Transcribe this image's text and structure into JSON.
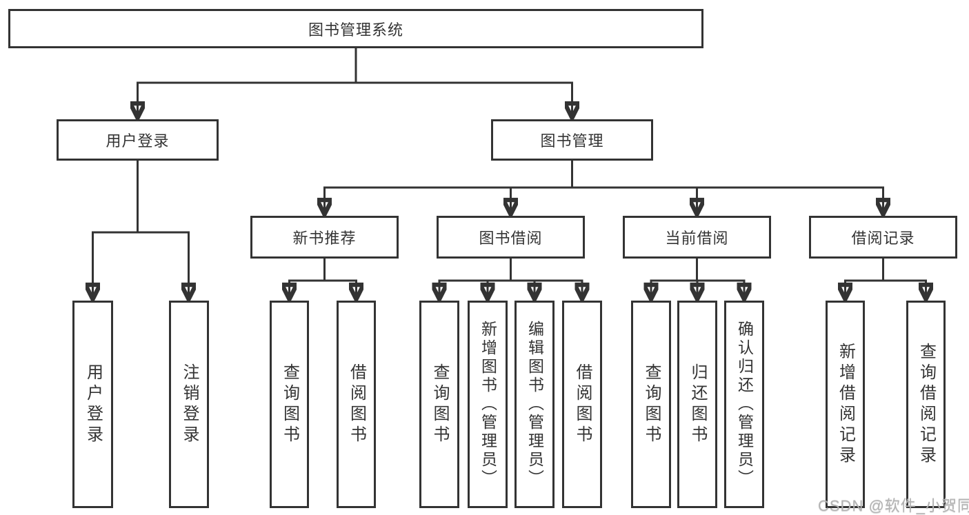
{
  "tree": {
    "root": {
      "label": "图书管理系统"
    },
    "branches": [
      {
        "label": "用户登录",
        "children": [
          {
            "label": "用户登录"
          },
          {
            "label": "注销登录"
          }
        ]
      },
      {
        "label": "图书管理",
        "children": [
          {
            "label": "新书推荐",
            "children": [
              {
                "label": "查询图书"
              },
              {
                "label": "借阅图书"
              }
            ]
          },
          {
            "label": "图书借阅",
            "children": [
              {
                "label": "查询图书"
              },
              {
                "label": "新增图书（管理员）"
              },
              {
                "label": "编辑图书（管理员）"
              },
              {
                "label": "借阅图书"
              }
            ]
          },
          {
            "label": "当前借阅",
            "children": [
              {
                "label": "查询图书"
              },
              {
                "label": "归还图书"
              },
              {
                "label": "确认归还（管理员）"
              }
            ]
          },
          {
            "label": "借阅记录",
            "children": [
              {
                "label": "新增借阅记录"
              },
              {
                "label": "查询借阅记录"
              }
            ]
          }
        ]
      }
    ]
  },
  "watermark": {
    "text": "CSDN @软件_小贺同学"
  },
  "colors": {
    "line": "#333333",
    "text": "#333333",
    "box_background": "#ffffff",
    "background": "#ffffff",
    "watermark": "#b3b3b3"
  }
}
